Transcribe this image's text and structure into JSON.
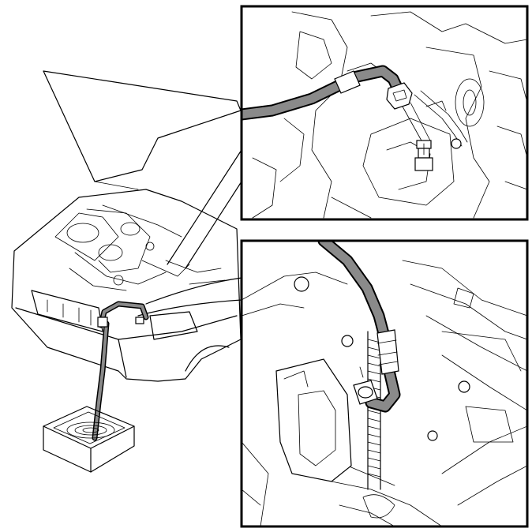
{
  "diagram": {
    "panels": [
      "overview-car",
      "detail-top-bleed-nipple",
      "detail-bottom-hose-routing"
    ],
    "colors": {
      "line": "#000000",
      "hose": "#8a8a8a",
      "background": "#ffffff"
    }
  }
}
